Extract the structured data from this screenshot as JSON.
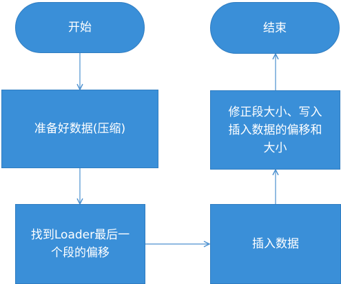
{
  "nodes": {
    "start": {
      "label": "开始"
    },
    "prepare": {
      "label": "准备好数据(压缩)"
    },
    "find_segment": {
      "label": "找到Loader最后一\n个段的偏移"
    },
    "insert": {
      "label": "插入数据"
    },
    "fix_size": {
      "label": "修正段大小、写入\n插入数据的偏移和\n大小"
    },
    "end": {
      "label": "结束"
    }
  },
  "colors": {
    "node_fill": "#3a8fd8",
    "node_border": "#2f7cc0",
    "edge": "#4a8fcf",
    "text": "#ffffff"
  }
}
